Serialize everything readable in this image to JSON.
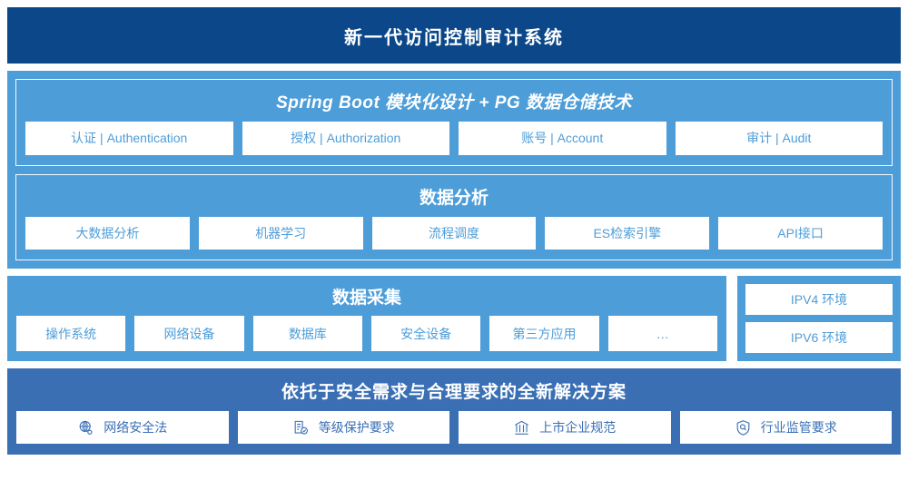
{
  "header": {
    "title": "新一代访问控制审计系统"
  },
  "platform": {
    "groups": [
      {
        "title": "Spring Boot 模块化设计 + PG 数据仓储技术",
        "title_style": "italic",
        "cards": [
          {
            "label": "认证 | Authentication"
          },
          {
            "label": "授权 | Authorization"
          },
          {
            "label": "账号 | Account"
          },
          {
            "label": "审计 | Audit"
          }
        ]
      },
      {
        "title": "数据分析",
        "title_style": "normal",
        "cards": [
          {
            "label": "大数据分析"
          },
          {
            "label": "机器学习"
          },
          {
            "label": "流程调度"
          },
          {
            "label": "ES检索引擎"
          },
          {
            "label": "API接口"
          }
        ]
      }
    ]
  },
  "collection": {
    "title": "数据采集",
    "cards": [
      {
        "label": "操作系统"
      },
      {
        "label": "网络设备"
      },
      {
        "label": "数据库"
      },
      {
        "label": "安全设备"
      },
      {
        "label": "第三方应用"
      },
      {
        "label": "…"
      }
    ]
  },
  "environment": {
    "cards": [
      {
        "label": "IPV4 环境"
      },
      {
        "label": "IPV6 环境"
      }
    ]
  },
  "solution": {
    "title": "依托于安全需求与合理要求的全新解决方案",
    "cards": [
      {
        "label": "网络安全法",
        "icon": "globe-network-icon"
      },
      {
        "label": "等级保护要求",
        "icon": "document-check-icon"
      },
      {
        "label": "上市企业规范",
        "icon": "bank-building-icon"
      },
      {
        "label": "行业监管要求",
        "icon": "shield-search-icon"
      }
    ]
  },
  "colors": {
    "header_navy": "#0b4789",
    "panel_blue": "#4d9dd8",
    "solution_blue": "#3a6fb4",
    "card_white": "#ffffff"
  }
}
